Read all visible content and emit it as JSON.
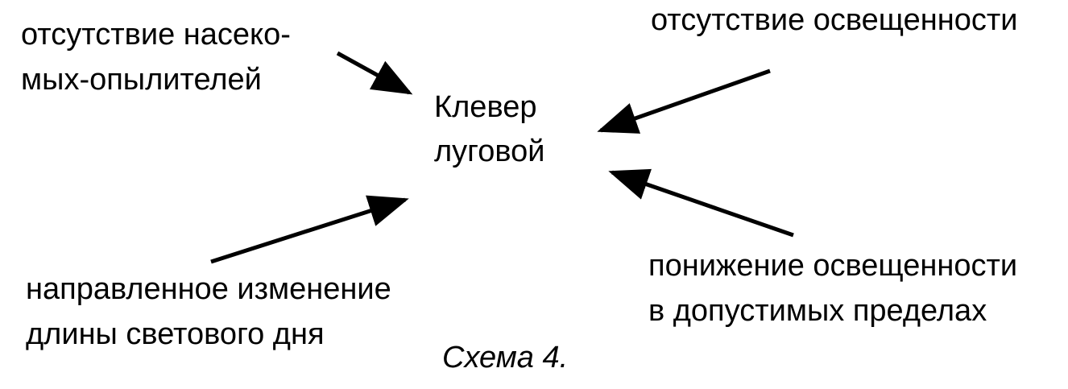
{
  "center": {
    "line1": "Клевер",
    "line2": "луговой"
  },
  "factors": {
    "top_left": {
      "line1": "отсутствие насеко-",
      "line2": "мых-опылителей"
    },
    "top_right": {
      "line1": "отсутствие освещенности"
    },
    "bottom_left": {
      "line1": "направленное изменение",
      "line2": "длины светового дня"
    },
    "bottom_right": {
      "line1": "понижение освещенности",
      "line2": "в допустимых пределах"
    }
  },
  "caption": "Схема 4.",
  "colors": {
    "text": "#000000",
    "arrow": "#000000",
    "background": "#ffffff"
  }
}
